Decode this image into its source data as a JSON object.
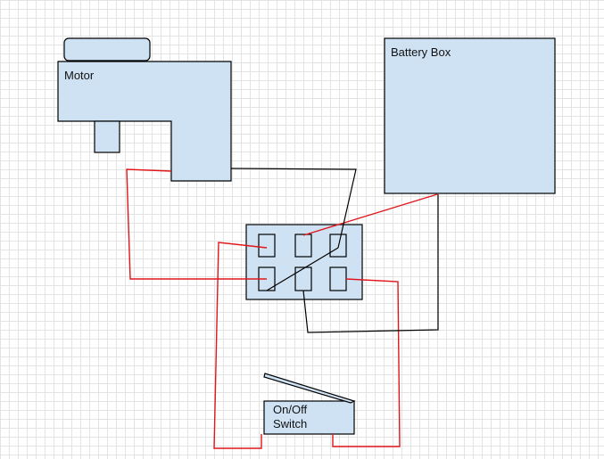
{
  "labels": {
    "motor": "Motor",
    "battery_box": "Battery Box",
    "switch_line1": "On/Off",
    "switch_line2": "Switch"
  },
  "colors": {
    "shape_fill": "#cfe2f3",
    "shape_stroke": "#000000",
    "wire_red": "#e0161b",
    "wire_black": "#000000"
  }
}
